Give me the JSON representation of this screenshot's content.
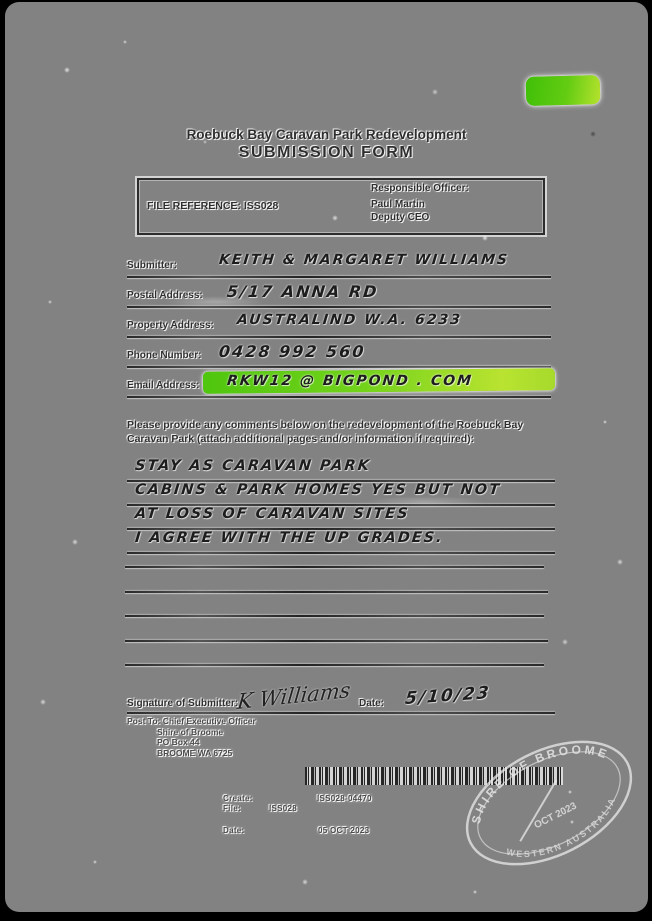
{
  "page": {
    "title_line1": "Roebuck Bay Caravan Park Redevelopment",
    "title_line2": "SUBMISSION FORM"
  },
  "reference_box": {
    "file_reference_label": "FILE REFERENCE:",
    "file_reference_value": "ISS028",
    "responsible_officer_label": "Responsible Officer:",
    "officer_name": "Paul Martin",
    "officer_title": "Deputy CEO"
  },
  "fields": [
    {
      "label": "Submitter:",
      "value": "KEITH & MARGARET WILLIAMS",
      "highlighted": false
    },
    {
      "label": "Postal Address:",
      "value": "5/17 ANNA RD",
      "highlighted": false
    },
    {
      "label": "Property Address:",
      "value": "AUSTRALIND  W.A.  6233",
      "highlighted": false
    },
    {
      "label": "Phone Number:",
      "value": "0428 992 560",
      "highlighted": false
    },
    {
      "label": "Email Address:",
      "value": "RKW12 @ BIGPOND . COM",
      "highlighted": true
    }
  ],
  "comments": {
    "prompt": "Please provide any comments below on the redevelopment of the Roebuck Bay Caravan Park (attach additional pages and/or information if required):",
    "lines": [
      "STAY AS CARAVAN PARK",
      "CABINS & PARK HOMES YES BUT NOT",
      "AT LOSS OF CARAVAN SITES",
      "I AGREE WITH THE UP GRADES."
    ]
  },
  "signature": {
    "label": "Signature of Submitter:",
    "signature_text": "K Williams",
    "date_label": "Date:",
    "date_value": "5/10/23"
  },
  "post_to": {
    "lines": [
      "Post To: Chief Executive Officer",
      "Shire of Broome",
      "PO Box 44",
      "BROOME  WA  6725"
    ]
  },
  "stamp": {
    "ring_text_top": "SHIRE OF BROOME",
    "ring_text_bottom": "WESTERN AUSTRALIA",
    "inner_text": "OCT 2023"
  },
  "doc_meta": {
    "rows": [
      {
        "label": "Create:",
        "value": "ISS028-04470"
      },
      {
        "label": "File:",
        "value": "ISS028"
      },
      {
        "label": "Date:",
        "value": "05 OCT 2023"
      }
    ]
  },
  "colors": {
    "paper": "#828282",
    "ink": "#2e2e2e",
    "highlighter": "#5fcc1a"
  }
}
